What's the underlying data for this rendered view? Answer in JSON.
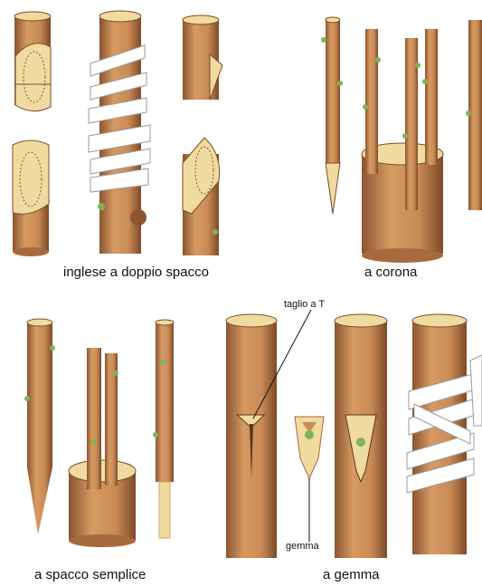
{
  "captions": {
    "inglese": "inglese a doppio spacco",
    "corona": "a corona",
    "spacco": "a spacco semplice",
    "gemma": "a gemma"
  },
  "labels": {
    "taglio": "taglio a T",
    "gemma": "gemma"
  },
  "colors": {
    "bark": "#c98a55",
    "bark_dark": "#8a5530",
    "wood": "#efdba0",
    "bud": "#7fb45a",
    "tape": "#ffffff",
    "text": "#111111"
  }
}
